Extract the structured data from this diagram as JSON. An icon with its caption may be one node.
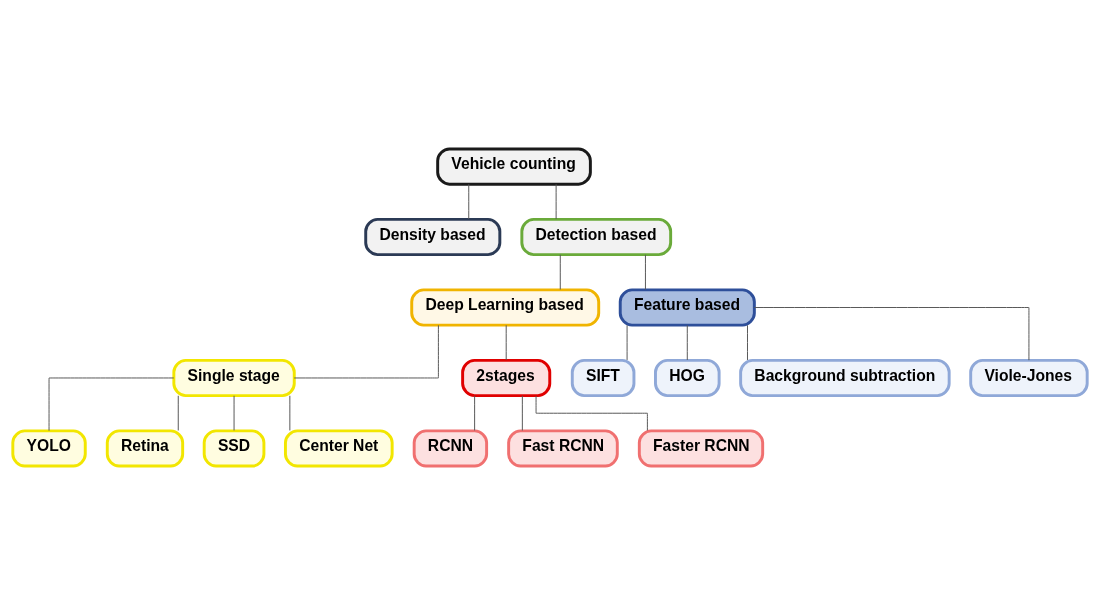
{
  "diagram": {
    "nodes": [
      {
        "text": [
          "Vehicle counting"
        ]
      },
      {
        "text": [
          "Density based"
        ]
      },
      {
        "text": [
          "Detection based"
        ]
      },
      {
        "text": [
          "Deep Learning based"
        ]
      },
      {
        "text": [
          "Feature based"
        ]
      },
      {
        "text": [
          "Single stage"
        ]
      },
      {
        "text": [
          "2stages"
        ]
      },
      {
        "text": [
          "SIFT"
        ]
      },
      {
        "text": [
          "HOG"
        ]
      },
      {
        "text": [
          "Background subtraction"
        ]
      },
      {
        "text": [
          "Viole-Jones"
        ]
      },
      {
        "text": [
          "RCNN"
        ]
      },
      {
        "text": [
          "Fast RCNN"
        ]
      },
      {
        "text": [
          "Faster RCNN"
        ]
      },
      {
        "text": [
          "YOLO"
        ]
      },
      {
        "text": [
          "Retina"
        ]
      },
      {
        "text": [
          "SSD"
        ]
      },
      {
        "text": [
          "Center Net"
        ]
      }
    ],
    "edges": [
      {
        "from": 0,
        "to": 1,
        "arrow": "none"
      },
      {
        "from": 0,
        "to": 2,
        "arrow": "none"
      },
      {
        "from": 2,
        "to": 3,
        "arrow": "none"
      },
      {
        "from": 2,
        "to": 4,
        "arrow": "none"
      },
      {
        "from": 3,
        "to": 5,
        "arrow": "none"
      },
      {
        "from": 3,
        "to": 6,
        "arrow": "none"
      },
      {
        "from": 4,
        "to": 7,
        "arrow": "none"
      },
      {
        "from": 4,
        "to": 8,
        "arrow": "none"
      },
      {
        "from": 4,
        "to": 9,
        "arrow": "none"
      },
      {
        "from": 4,
        "to": 10,
        "arrow": "none"
      },
      {
        "from": 6,
        "to": 11,
        "arrow": "none"
      },
      {
        "from": 6,
        "to": 12,
        "arrow": "none"
      },
      {
        "from": 6,
        "to": 13,
        "arrow": "none"
      },
      {
        "from": 5,
        "to": 14,
        "arrow": "none"
      },
      {
        "from": 5,
        "to": 15,
        "arrow": "none"
      },
      {
        "from": 5,
        "to": 16,
        "arrow": "none"
      },
      {
        "from": 5,
        "to": 17,
        "arrow": "none"
      }
    ]
  }
}
